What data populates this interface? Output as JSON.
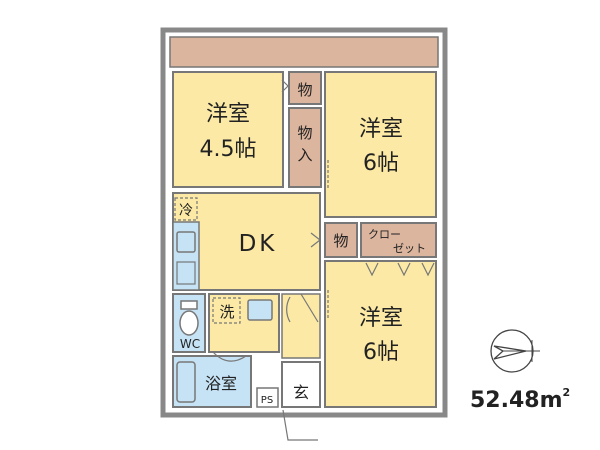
{
  "rooms": {
    "western_small": {
      "line1": "洋室",
      "line2": "4.5帖"
    },
    "western_right_top": {
      "line1": "洋室",
      "line2": "6帖"
    },
    "western_right_bottom": {
      "line1": "洋室",
      "line2": "6帖"
    },
    "dk": "DK",
    "bath": "浴室",
    "wc": "WC",
    "entrance": "玄",
    "ps": "PS"
  },
  "storage": {
    "small_top": "物",
    "closet_vertical": [
      "物",
      "入"
    ],
    "dk_storage": "物",
    "closet": [
      "クロー",
      "ゼット"
    ]
  },
  "fixtures": {
    "fridge": "冷",
    "washer": "洗"
  },
  "area": {
    "value": "52.48",
    "unit": "m",
    "sup": "2"
  },
  "colors": {
    "room": "#fbe9a5",
    "storage": "#dcb59e",
    "balcony": "#dcb59e",
    "wet": "#c6e2f5",
    "floor": "#ffffff",
    "wall": "#777777",
    "outer_wall": "#888888"
  }
}
